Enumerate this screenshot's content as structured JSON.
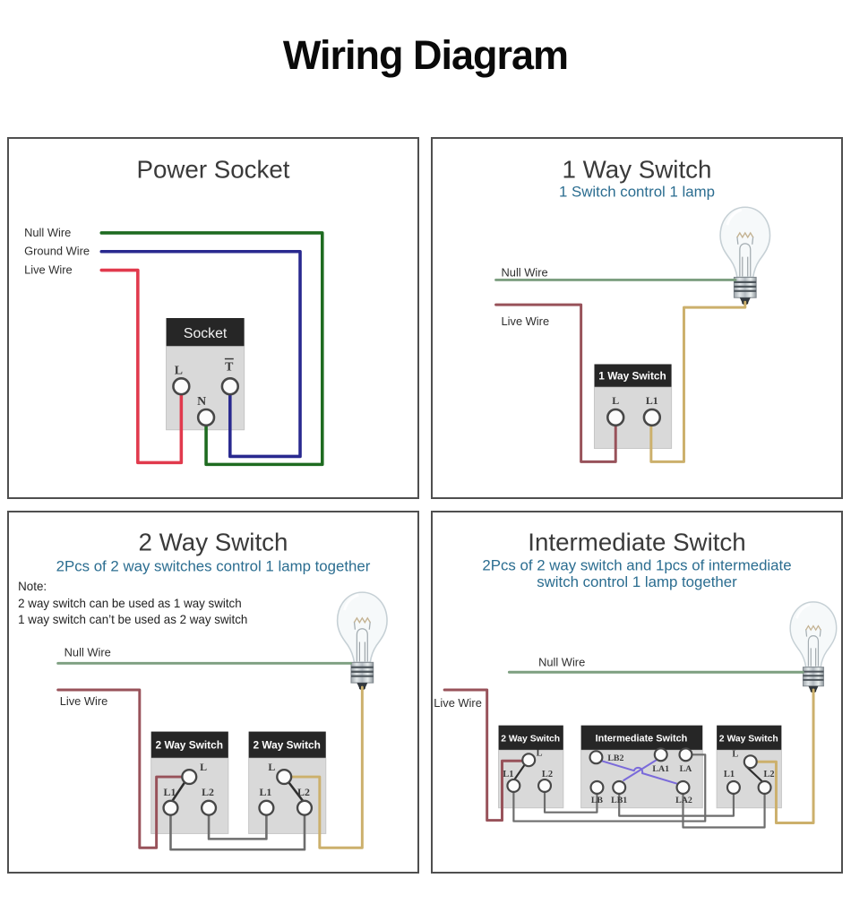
{
  "page": {
    "title": "Wiring Diagram"
  },
  "colors": {
    "null_green_dark": "#1e6b20",
    "ground_blue": "#29298f",
    "live_red": "#e13a4d",
    "null_green_soft": "#7d9f80",
    "live_maroon": "#98525a",
    "lamp_tan": "#ccb06c",
    "strap_gray": "#6d6d6d",
    "internal_purple": "#7a6ada",
    "lever_black": "#2e2e2e",
    "subtitle_blue": "#2b6d90"
  },
  "wire_labels": {
    "null_wire": "Null Wire",
    "ground_wire": "Ground Wire",
    "live_wire": "Live Wire"
  },
  "terminal_labels": {
    "l": "L",
    "n": "N",
    "t": "T",
    "l1": "L1",
    "l2": "L2",
    "lb": "LB",
    "lb1": "LB1",
    "lb2": "LB2",
    "la": "LA",
    "la1": "LA1",
    "la2": "LA2"
  },
  "panels": {
    "power_socket": {
      "title": "Power Socket",
      "box_label": "Socket"
    },
    "one_way_switch": {
      "title": "1 Way Switch",
      "subtitle": "1 Switch control 1 lamp",
      "box_label": "1 Way Switch"
    },
    "two_way_switch": {
      "title": "2 Way Switch",
      "subtitle": "2Pcs of 2 way switches control 1 lamp together",
      "note_title": "Note:",
      "note_line1": "2 way switch can be used as 1 way switch",
      "note_line2": "1 way switch can’t be used as 2 way switch",
      "box_label": "2 Way Switch"
    },
    "intermediate_switch": {
      "title": "Intermediate Switch",
      "subtitle_line1": "2Pcs of 2 way switch and 1pcs of intermediate",
      "subtitle_line2": "switch control 1 lamp together",
      "box_label_left": "2 Way Switch",
      "box_label_middle": "Intermediate Switch",
      "box_label_right": "2 Way Switch"
    }
  }
}
